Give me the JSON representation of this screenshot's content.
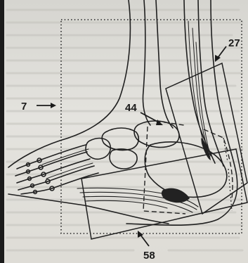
{
  "figure": {
    "callouts": {
      "seven": "7",
      "forty_four": "44",
      "twenty_seven": "27",
      "fifty_eight": "58"
    }
  },
  "colors": {
    "ink": "#1f1f1f",
    "paper": "#dddcd7",
    "faint_text": "#bdbcb6"
  }
}
